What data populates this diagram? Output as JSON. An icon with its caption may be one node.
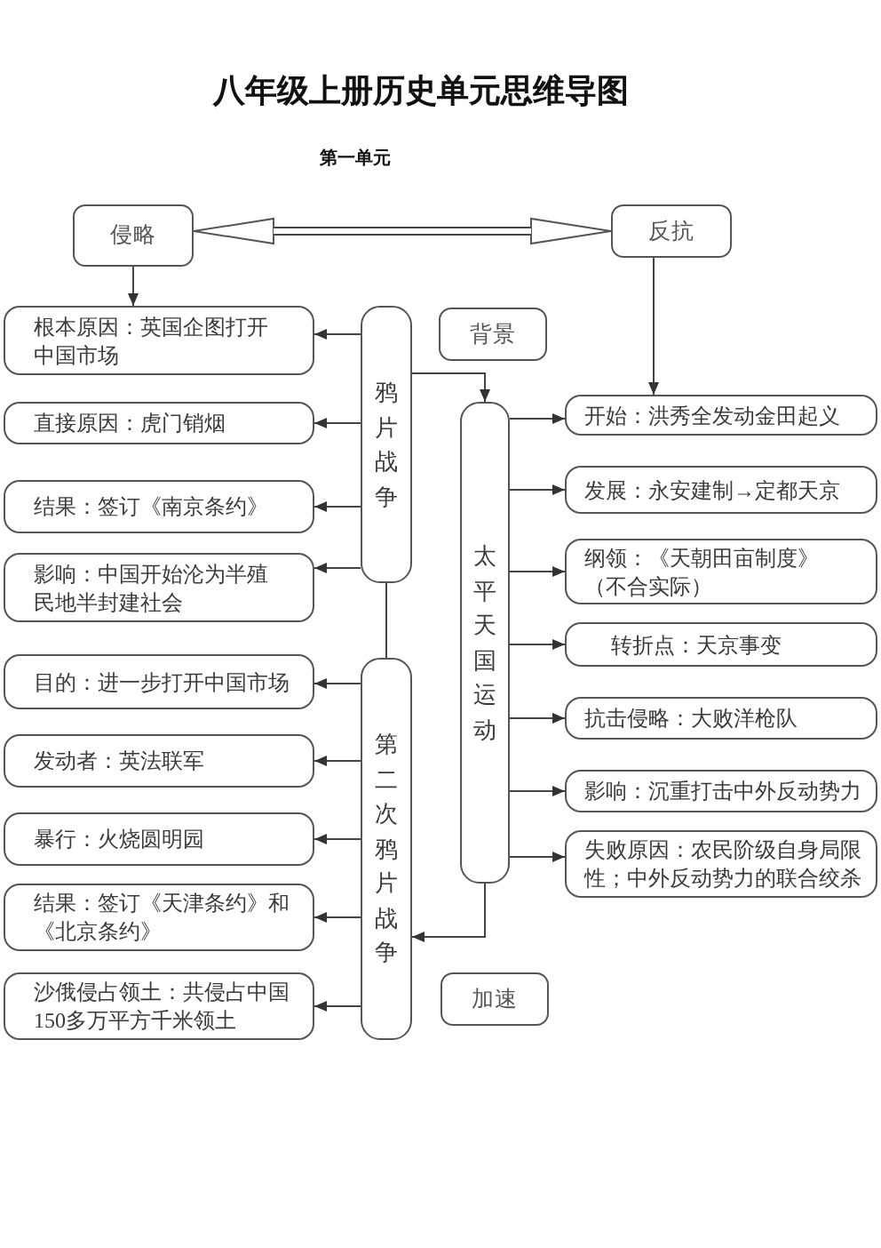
{
  "diagram": {
    "title": "八年级上册历史单元思维导图",
    "nodes": [
      {
        "text": [
          "侵略"
        ]
      },
      {
        "text": [
          "反抗"
        ]
      },
      {
        "text": [
          "鸦片战争"
        ]
      },
      {
        "text": [
          "根本原因：英国企图打开中国市场"
        ]
      },
      {
        "text": [
          "直接原因：虎门销烟"
        ]
      },
      {
        "text": [
          "结果：签订《南京条约》"
        ]
      },
      {
        "text": [
          "影响：中国开始沦为半殖民地半封建社会"
        ]
      },
      {
        "text": [
          "第二次鸦片战争"
        ]
      },
      {
        "text": [
          "目的：进一步打开中国市场"
        ]
      },
      {
        "text": [
          "发动者：英法联军"
        ]
      },
      {
        "text": [
          "暴行：火烧圆明园"
        ]
      },
      {
        "text": [
          "结果：签订《天津条约》和《北京条约》"
        ]
      },
      {
        "text": [
          "沙俄侵占领土：共侵占中国150多万平方千米领土"
        ]
      },
      {
        "text": [
          "背景"
        ]
      },
      {
        "text": [
          "太平天国运动"
        ]
      },
      {
        "text": [
          "加速"
        ]
      },
      {
        "text": [
          "开始：洪秀全发动金田起义"
        ]
      },
      {
        "text": [
          "发展：永安建制→定都天京"
        ]
      },
      {
        "text": [
          "纲领：《天朝田亩制度》（不合实际）"
        ]
      },
      {
        "text": [
          "转折点：天京事变"
        ]
      },
      {
        "text": [
          "抗击侵略：大败洋枪队"
        ]
      },
      {
        "text": [
          "影响：沉重打击中外反动势力"
        ]
      },
      {
        "text": [
          "失败原因：农民阶级自身局限性；中外反动势力的联合绞杀"
        ]
      }
    ],
    "edges": [
      {
        "from": 0,
        "to": 1,
        "arrow": "both",
        "style": "thick"
      },
      {
        "from": 0,
        "to": 3,
        "arrow": "to"
      },
      {
        "from": 1,
        "to": 16,
        "arrow": "to"
      },
      {
        "from": 2,
        "to": 3,
        "arrow": "to"
      },
      {
        "from": 2,
        "to": 4,
        "arrow": "to"
      },
      {
        "from": 2,
        "to": 5,
        "arrow": "to"
      },
      {
        "from": 2,
        "to": 6,
        "arrow": "to"
      },
      {
        "from": 2,
        "to": 7,
        "arrow": "none"
      },
      {
        "from": 7,
        "to": 8,
        "arrow": "to"
      },
      {
        "from": 7,
        "to": 9,
        "arrow": "to"
      },
      {
        "from": 7,
        "to": 10,
        "arrow": "to"
      },
      {
        "from": 7,
        "to": 11,
        "arrow": "to"
      },
      {
        "from": 7,
        "to": 12,
        "arrow": "to"
      },
      {
        "from": 2,
        "to": 14,
        "arrow": "to"
      },
      {
        "from": 14,
        "to": 7,
        "arrow": "to"
      },
      {
        "from": 14,
        "to": 16,
        "arrow": "to"
      },
      {
        "from": 14,
        "to": 17,
        "arrow": "to"
      },
      {
        "from": 14,
        "to": 18,
        "arrow": "to"
      },
      {
        "from": 14,
        "to": 19,
        "arrow": "to"
      },
      {
        "from": 14,
        "to": 20,
        "arrow": "to"
      },
      {
        "from": 14,
        "to": 21,
        "arrow": "to"
      },
      {
        "from": 14,
        "to": 22,
        "arrow": "to"
      }
    ],
    "labels": [
      "第一单元"
    ]
  }
}
